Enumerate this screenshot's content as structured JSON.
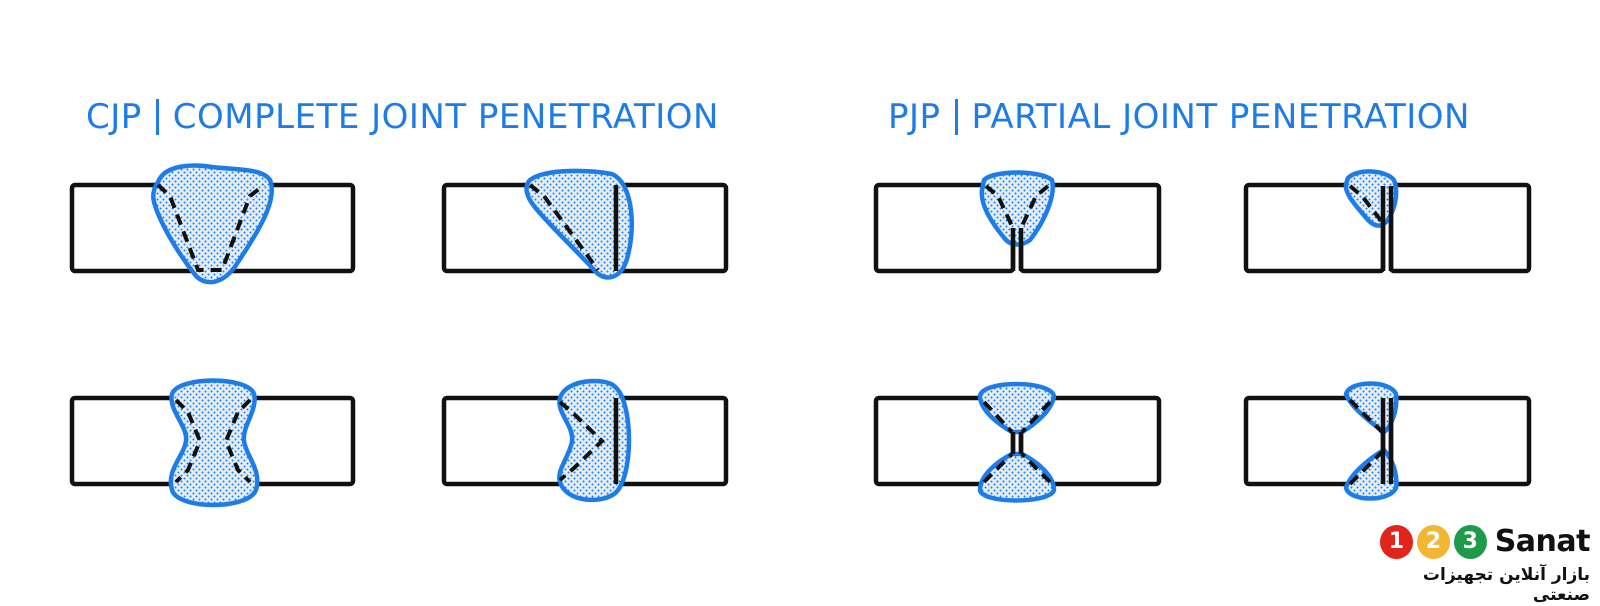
{
  "headings": {
    "cjp": {
      "abbr": "CJP",
      "full": "COMPLETE JOINT PENETRATION"
    },
    "pjp": {
      "abbr": "PJP",
      "full": "PARTIAL JOINT PENETRATION"
    }
  },
  "colors": {
    "accent": "#1e7ce8",
    "outline": "#111111",
    "badge_1": "#e0261c",
    "badge_2": "#f2b632",
    "badge_3": "#1f9a4a"
  },
  "brand": {
    "badges": [
      "1",
      "2",
      "3"
    ],
    "name": "Sanat",
    "tagline": "بازار آنلاین تجهیزات صنعتی"
  }
}
